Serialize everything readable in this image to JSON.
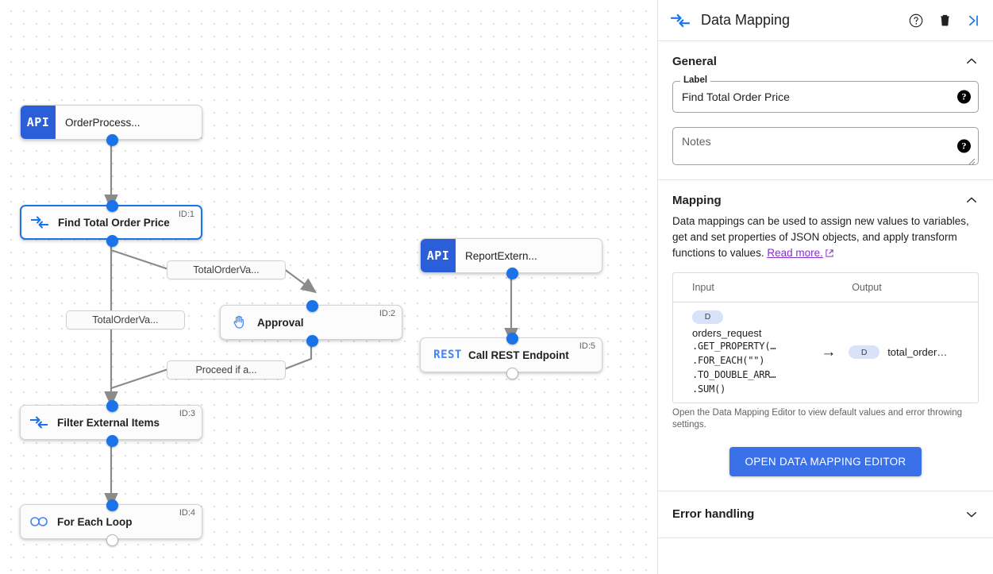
{
  "canvas": {
    "nodes": [
      {
        "id": "n-orderprocess",
        "kind": "api",
        "badge": "API",
        "label": "OrderProcess...",
        "nid": ""
      },
      {
        "id": "n-find-total",
        "kind": "datamap",
        "badge": "",
        "label": "Find Total Order Price",
        "nid": "ID:1"
      },
      {
        "id": "n-approval",
        "kind": "approval",
        "badge": "",
        "label": "Approval",
        "nid": "ID:2"
      },
      {
        "id": "n-filter-external",
        "kind": "datamap",
        "badge": "",
        "label": "Filter External Items",
        "nid": "ID:3"
      },
      {
        "id": "n-foreach",
        "kind": "loop",
        "badge": "",
        "label": "For Each Loop",
        "nid": "ID:4"
      },
      {
        "id": "n-reportextern",
        "kind": "api",
        "badge": "API",
        "label": "ReportExtern...",
        "nid": ""
      },
      {
        "id": "n-callrest",
        "kind": "rest",
        "badge": "REST",
        "label": "Call REST Endpoint",
        "nid": "ID:5"
      }
    ],
    "edge_labels": [
      {
        "id": "el-1",
        "text": "TotalOrderVa..."
      },
      {
        "id": "el-2",
        "text": "TotalOrderVa..."
      },
      {
        "id": "el-3",
        "text": "Proceed if a..."
      }
    ]
  },
  "panel": {
    "header": {
      "title": "Data Mapping",
      "icon": "data-mapping-icon",
      "help_icon": "help-circle-icon",
      "delete_icon": "trash-icon",
      "collapse_icon": "collapse-panel-icon"
    },
    "general": {
      "title": "General",
      "label_legend": "Label",
      "label_value": "Find Total Order Price",
      "notes_placeholder": "Notes"
    },
    "mapping": {
      "title": "Mapping",
      "description_before": "Data mappings can be used to assign new values to variables, get and set properties of JSON objects, and apply transform functions to values. ",
      "read_more": "Read more.",
      "columns": {
        "input": "Input",
        "output": "Output"
      },
      "rows": [
        {
          "input_chip": "D",
          "input_name": "orders_request",
          "input_chain": [
            ".GET_PROPERTY(…",
            ".FOR_EACH(\"\")",
            ".TO_DOUBLE_ARR…",
            ".SUM()"
          ],
          "arrow": "→",
          "output_chip": "D",
          "output_name": "total_order…"
        }
      ],
      "note": "Open the Data Mapping Editor to view default values and error throwing settings.",
      "button": "OPEN DATA MAPPING EDITOR"
    },
    "error_handling": {
      "title": "Error handling"
    }
  },
  "colors": {
    "accent": "#1a73e8",
    "badge_blue": "#2b5fd9",
    "button_blue": "#3b71e8",
    "link_purple": "#8430ce",
    "chip_blue": "#d9e2f9"
  }
}
